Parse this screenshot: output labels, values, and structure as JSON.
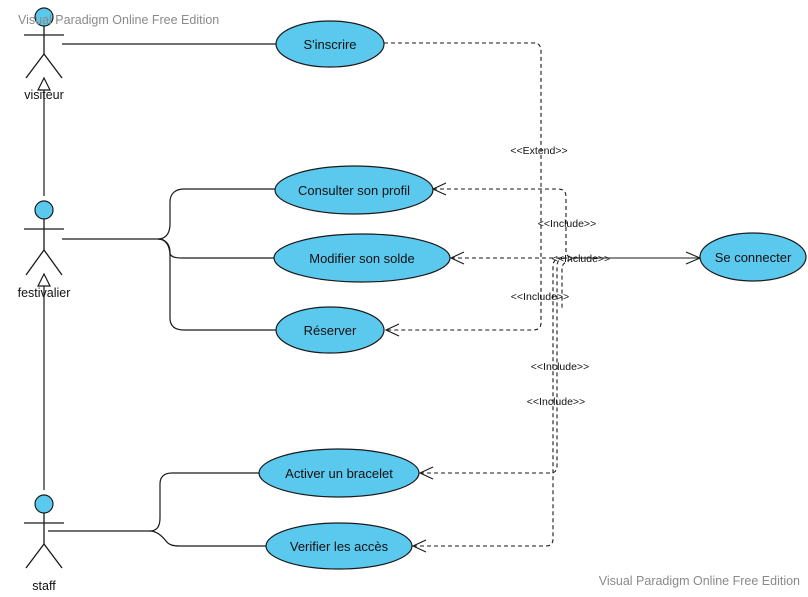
{
  "watermark": {
    "top": "Visual Paradigm Online Free Edition",
    "bottom": "Visual Paradigm Online Free Edition"
  },
  "actors": {
    "visiteur": "visiteur",
    "festivalier": "festivalier",
    "staff": "staff"
  },
  "use_cases": {
    "sinscrire": "S'inscrire",
    "consulter": "Consulter son profil",
    "modifier": "Modifier son solde",
    "reserver": "Réserver",
    "se_connecter": "Se connecter",
    "activer": "Activer un bracelet",
    "verifier": "Verifier les accès"
  },
  "stereotypes": {
    "extend": "<<Extend>>",
    "include_1": "<<Include>>",
    "include_2": "<<Include>>",
    "include_3": "<<Include>>",
    "include_4": "<<Include>>",
    "include_5": "<<Include>>"
  },
  "colors": {
    "use_case_fill": "#5bc8ee",
    "actor_head_fill": "#5bc8ee",
    "watermark": "#8a8a8a"
  }
}
